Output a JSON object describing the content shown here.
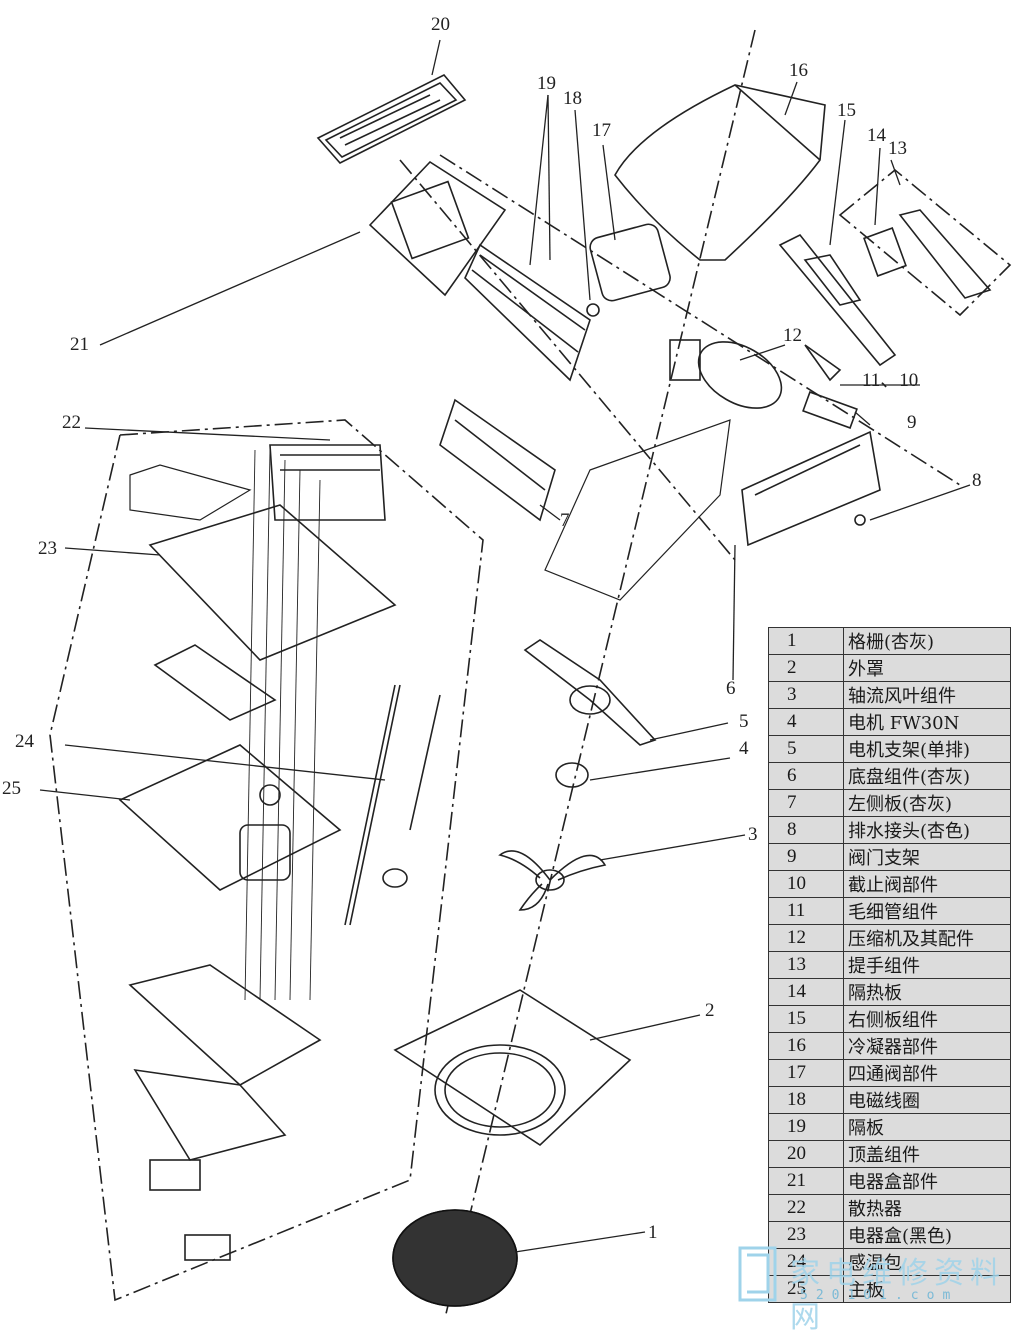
{
  "parts": [
    {
      "no": "1",
      "name": "格栅(杏灰)"
    },
    {
      "no": "2",
      "name": "外罩"
    },
    {
      "no": "3",
      "name": "轴流风叶组件"
    },
    {
      "no": "4",
      "name": "电机 FW30N"
    },
    {
      "no": "5",
      "name": "电机支架(单排)"
    },
    {
      "no": "6",
      "name": "底盘组件(杏灰)"
    },
    {
      "no": "7",
      "name": "左侧板(杏灰)"
    },
    {
      "no": "8",
      "name": "排水接头(杏色)"
    },
    {
      "no": "9",
      "name": "阀门支架"
    },
    {
      "no": "10",
      "name": "截止阀部件"
    },
    {
      "no": "11",
      "name": "毛细管组件"
    },
    {
      "no": "12",
      "name": "压缩机及其配件"
    },
    {
      "no": "13",
      "name": "提手组件"
    },
    {
      "no": "14",
      "name": "隔热板"
    },
    {
      "no": "15",
      "name": "右侧板组件"
    },
    {
      "no": "16",
      "name": "冷凝器部件"
    },
    {
      "no": "17",
      "name": "四通阀部件"
    },
    {
      "no": "18",
      "name": "电磁线圈"
    },
    {
      "no": "19",
      "name": "隔板"
    },
    {
      "no": "20",
      "name": "顶盖组件"
    },
    {
      "no": "21",
      "name": "电器盒部件"
    },
    {
      "no": "22",
      "name": "散热器"
    },
    {
      "no": "23",
      "name": "电器盒(黑色)"
    },
    {
      "no": "24",
      "name": "感温包"
    },
    {
      "no": "25",
      "name": "主板"
    }
  ],
  "callouts": [
    "20",
    "19",
    "18",
    "17",
    "16",
    "15",
    "14",
    "13",
    "21",
    "12",
    "11、10",
    "9",
    "22",
    "8",
    "7",
    "23",
    "6",
    "5",
    "24",
    "4",
    "25",
    "3",
    "2",
    "1"
  ],
  "watermark": {
    "text": "家电维修资料网",
    "url": "520101.com"
  }
}
